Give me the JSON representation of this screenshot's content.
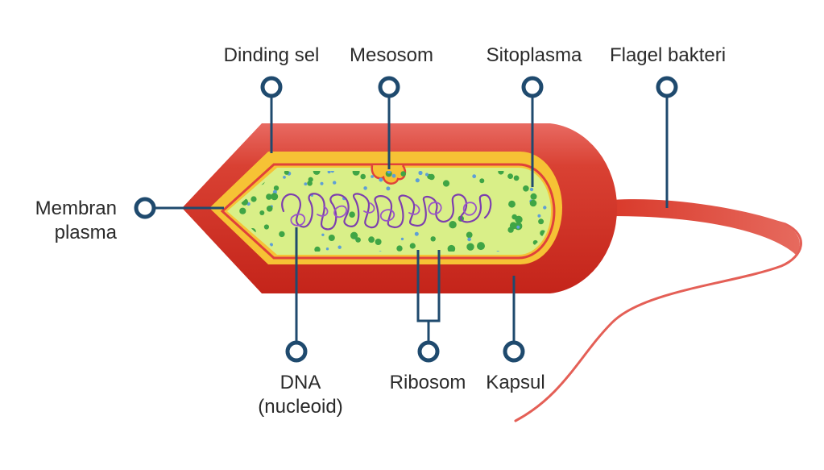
{
  "labels": {
    "dinding_sel": "Dinding sel",
    "mesosom": "Mesosom",
    "sitoplasma": "Sitoplasma",
    "flagel": "Flagel bakteri",
    "membran_1": "Membran",
    "membran_2": "plasma",
    "dna_1": "DNA",
    "dna_2": "(nucleoid)",
    "ribosom": "Ribosom",
    "kapsul": "Kapsul"
  },
  "colors": {
    "capsule": "#d93a2b",
    "capsule_dark": "#c0261c",
    "capsule_light": "#e9706a",
    "cell_wall": "#f6c235",
    "membrane": "#e0413a",
    "cytoplasm": "#d9ef88",
    "ribosome_green": "#3fa545",
    "ribosome_blue": "#5e9fd6",
    "dna": "#7d3fae",
    "pointer": "#1f4a6e",
    "text": "#2b2b2b"
  }
}
